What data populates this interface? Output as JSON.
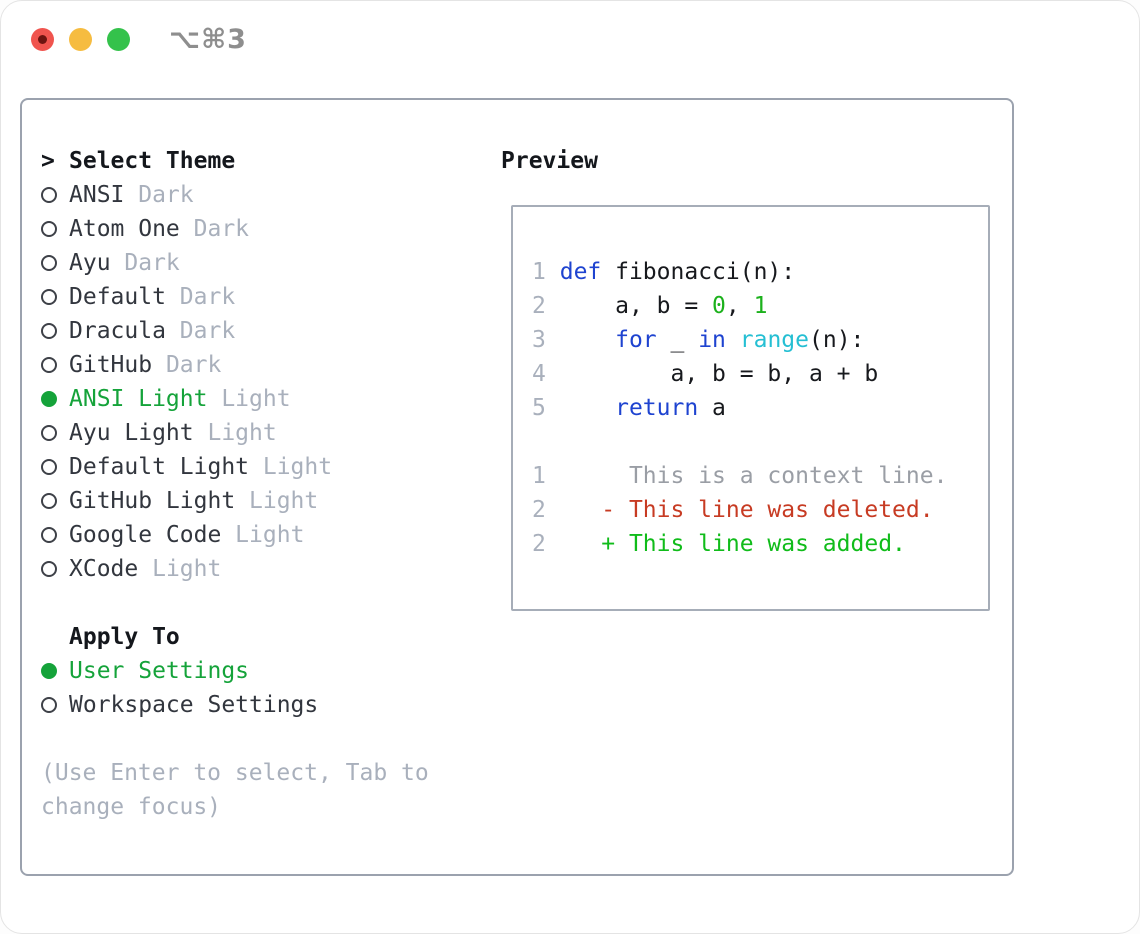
{
  "titlebar": {
    "shortcut": "⌥⌘3",
    "buttons": [
      "close",
      "minimize",
      "zoom"
    ]
  },
  "colors": {
    "selection_green": "#15a33a",
    "keyword_blue": "#1e43d0",
    "builtin_cyan": "#25bfd3",
    "number_green": "#1cb11c",
    "deleted_red": "#c73b23",
    "added_green": "#10bc1a",
    "muted_gray": "#a9b0bc",
    "text_dark": "#32363e",
    "panel_border": "#9ba2ae",
    "traffic_red": "#f0544e",
    "traffic_yellow": "#f6bc40",
    "traffic_green": "#34c24b"
  },
  "theme_picker": {
    "header_prefix": ">",
    "header": "Select Theme",
    "themes": [
      {
        "name": "ANSI",
        "variant": "Dark",
        "selected": false
      },
      {
        "name": "Atom One",
        "variant": "Dark",
        "selected": false
      },
      {
        "name": "Ayu",
        "variant": "Dark",
        "selected": false
      },
      {
        "name": "Default",
        "variant": "Dark",
        "selected": false
      },
      {
        "name": "Dracula",
        "variant": "Dark",
        "selected": false
      },
      {
        "name": "GitHub",
        "variant": "Dark",
        "selected": false
      },
      {
        "name": "ANSI Light",
        "variant": "Light",
        "selected": true
      },
      {
        "name": "Ayu Light",
        "variant": "Light",
        "selected": false
      },
      {
        "name": "Default Light",
        "variant": "Light",
        "selected": false
      },
      {
        "name": "GitHub Light",
        "variant": "Light",
        "selected": false
      },
      {
        "name": "Google Code",
        "variant": "Light",
        "selected": false
      },
      {
        "name": "XCode",
        "variant": "Light",
        "selected": false
      }
    ],
    "apply_to": {
      "header": "Apply To",
      "options": [
        {
          "name": "User Settings",
          "selected": true
        },
        {
          "name": "Workspace Settings",
          "selected": false
        }
      ]
    },
    "hint_lines": [
      "(Use Enter to select, Tab to",
      "change focus)"
    ]
  },
  "preview": {
    "title": "Preview",
    "lines": [
      {
        "tokens": [
          [
            "1",
            "num"
          ],
          [
            " ",
            "sp"
          ],
          [
            "def",
            "kw"
          ],
          [
            " fibonacci(n):",
            "plain"
          ]
        ]
      },
      {
        "tokens": [
          [
            "2",
            "num"
          ],
          [
            "     ",
            "sp"
          ],
          [
            "a, b = ",
            "plain"
          ],
          [
            "0",
            "numlit"
          ],
          [
            ", ",
            "plain"
          ],
          [
            "1",
            "numlit"
          ]
        ]
      },
      {
        "tokens": [
          [
            "3",
            "num"
          ],
          [
            "     ",
            "sp"
          ],
          [
            "for",
            "kw"
          ],
          [
            " _ ",
            "plain"
          ],
          [
            "in",
            "kw"
          ],
          [
            " ",
            "plain"
          ],
          [
            "range",
            "builtin"
          ],
          [
            "(n):",
            "plain"
          ]
        ]
      },
      {
        "tokens": [
          [
            "4",
            "num"
          ],
          [
            "         ",
            "sp"
          ],
          [
            "a, b = b, a + b",
            "plain"
          ]
        ]
      },
      {
        "tokens": [
          [
            "5",
            "num"
          ],
          [
            "     ",
            "sp"
          ],
          [
            "return",
            "kw"
          ],
          [
            " a",
            "plain"
          ]
        ]
      },
      {
        "tokens": []
      },
      {
        "tokens": [
          [
            "1",
            "num"
          ],
          [
            "      ",
            "sp"
          ],
          [
            "This is a context line.",
            "context"
          ]
        ]
      },
      {
        "tokens": [
          [
            "2",
            "num"
          ],
          [
            "    ",
            "sp"
          ],
          [
            "- This line was deleted.",
            "deleted"
          ]
        ]
      },
      {
        "tokens": [
          [
            "2",
            "num"
          ],
          [
            "    ",
            "sp"
          ],
          [
            "+ This line was added.",
            "added"
          ]
        ]
      }
    ]
  }
}
